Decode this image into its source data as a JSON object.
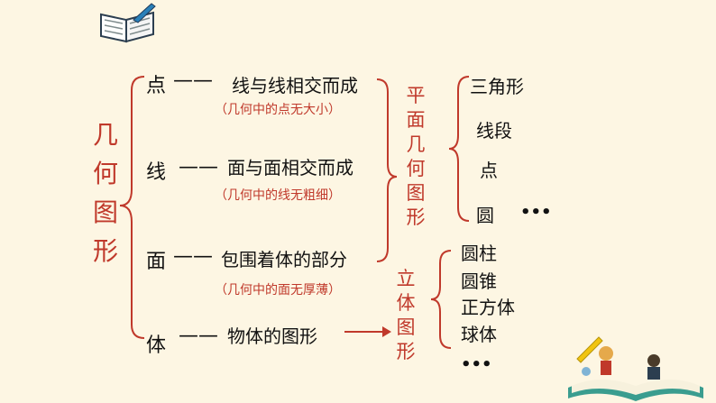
{
  "root": {
    "chars": [
      "几",
      "何",
      "图",
      "形"
    ]
  },
  "elements": [
    {
      "name": "点",
      "desc": "线与线相交而成",
      "note": "（几何中的点无大小）"
    },
    {
      "name": "线",
      "desc": "面与面相交而成",
      "note": "（几何中的线无粗细）"
    },
    {
      "name": "面",
      "desc": "包围着体的部分",
      "note": "（几何中的面无厚薄）"
    },
    {
      "name": "体",
      "desc": "物体的图形",
      "note": ""
    }
  ],
  "plane": {
    "chars": [
      "平",
      "面",
      "几",
      "何",
      "图",
      "形"
    ],
    "items": [
      "三角形",
      "线段",
      "点",
      "圆"
    ],
    "ellipsis": "•••"
  },
  "solid": {
    "chars": [
      "立",
      "体",
      "图",
      "形"
    ],
    "items": [
      "圆柱",
      "圆锥",
      "正方体",
      "球体"
    ],
    "ellipsis": "•••"
  },
  "dash": "——",
  "colors": {
    "background": "#fdf6e3",
    "accent": "#c0392b",
    "text": "#111111"
  }
}
